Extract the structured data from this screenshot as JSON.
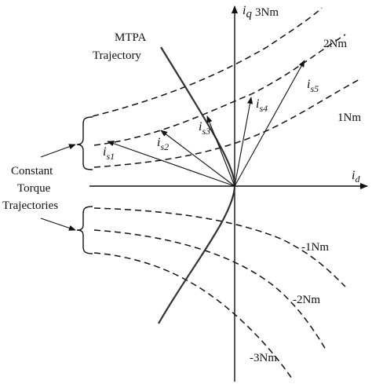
{
  "axes": {
    "x_label_main": "i",
    "x_label_sub": "d",
    "y_label_main": "i",
    "y_label_sub": "q"
  },
  "mtpa": {
    "label_line1": "MTPA",
    "label_line2": "Trajectory"
  },
  "constant_torque": {
    "label_line1": "Constant",
    "label_line2": "Torque",
    "label_line3": "Trajectories"
  },
  "torque_curves": [
    {
      "id": "p3",
      "label": "3Nm"
    },
    {
      "id": "p2",
      "label": "2Nm"
    },
    {
      "id": "p1",
      "label": "1Nm"
    },
    {
      "id": "n1",
      "label": "-1Nm"
    },
    {
      "id": "n2",
      "label": "-2Nm"
    },
    {
      "id": "n3",
      "label": "-3Nm"
    }
  ],
  "current_vectors": [
    {
      "id": "s1",
      "main": "i",
      "sub": "s1"
    },
    {
      "id": "s2",
      "main": "i",
      "sub": "s2"
    },
    {
      "id": "s3",
      "main": "i",
      "sub": "s3"
    },
    {
      "id": "s4",
      "main": "i",
      "sub": "s4"
    },
    {
      "id": "s5",
      "main": "i",
      "sub": "s5"
    }
  ]
}
